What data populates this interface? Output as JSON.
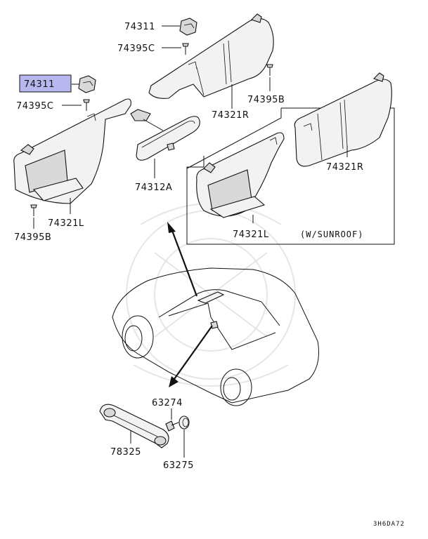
{
  "diagram_code": "3H6DA72",
  "note": "(W/SUNROOF)",
  "highlight_color": "#b8b8ee",
  "parts": {
    "clip_upper": "74311",
    "clip_left": "74311",
    "screw_upper": "74395C",
    "screw_left": "74395C",
    "screw_b_right": "74395B",
    "screw_b_left": "74395B",
    "visor_r": "74321R",
    "visor_r_sunroof": "74321R",
    "visor_l": "74321L",
    "visor_l_sunroof": "74321L",
    "mirror": "74312A",
    "grip": "78325",
    "grip_screw": "63274",
    "grip_cap": "63275"
  }
}
